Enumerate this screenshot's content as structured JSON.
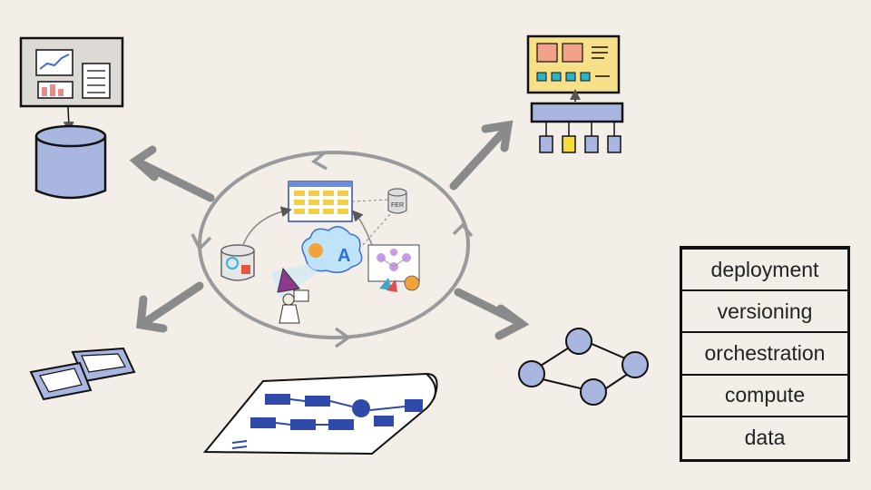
{
  "stack": {
    "layers": [
      "deployment",
      "versioning",
      "orchestration",
      "compute",
      "data"
    ]
  },
  "icons": {
    "center_glyph": "A",
    "db_label": "FER"
  },
  "colors": {
    "background": "#f3eee8",
    "node_blue": "#a9b6e0",
    "dark_blue": "#2f4aa8",
    "yellow": "#f7e088",
    "salmon": "#f3a28a",
    "teal": "#2bb3c7",
    "arrow_gray": "#8a8a8a",
    "purple": "#c79be8"
  }
}
